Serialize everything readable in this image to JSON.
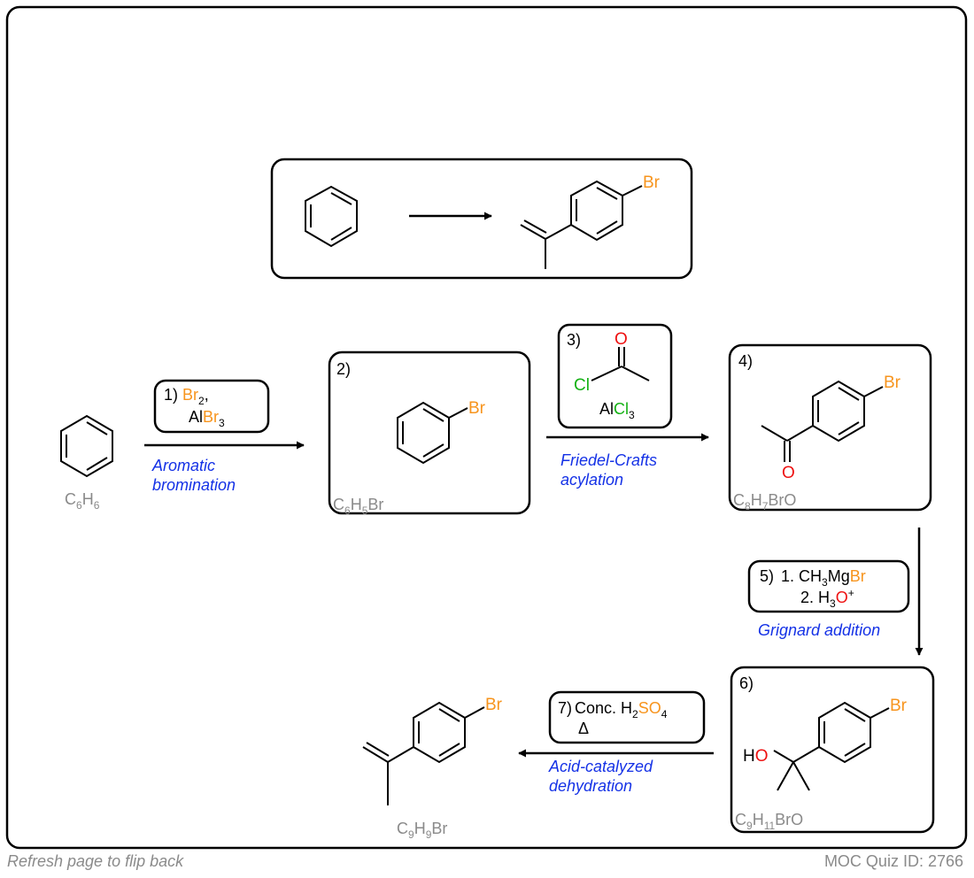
{
  "colors": {
    "bromine": "#f7941d",
    "oxygen": "#ee1111",
    "chlorine": "#13b113",
    "note": "#1431e6",
    "formula": "#8a8a8a"
  },
  "atoms": {
    "br": "Br",
    "o": "O",
    "cl": "Cl",
    "ho_h": "H",
    "ho_o": "O"
  },
  "steps": {
    "s1": {
      "num": "1)",
      "reagent_a_br": "Br",
      "reagent_a_sub": "2",
      "reagent_a_comma": ",",
      "reagent_b_al": "Al",
      "reagent_b_br": "Br",
      "reagent_b_sub": "3",
      "note_line1": "Aromatic",
      "note_line2": "bromination"
    },
    "s2": {
      "num": "2)"
    },
    "s3": {
      "num": "3)",
      "reagent_al": "Al",
      "reagent_cl": "Cl",
      "reagent_sub": "3",
      "note_line1": "Friedel-Crafts",
      "note_line2": "acylation"
    },
    "s4": {
      "num": "4)"
    },
    "s5": {
      "num": "5)",
      "line1_prefix": "1. CH",
      "line1_sub": "3",
      "line1_mg": "Mg",
      "line1_br": "Br",
      "line2_prefix": "2. H",
      "line2_sub": "3",
      "line2_o": "O",
      "line2_sup": "+",
      "note": "Grignard addition"
    },
    "s6": {
      "num": "6)"
    },
    "s7": {
      "num": "7)",
      "line1_prefix": "Conc. H",
      "line1_sub": "2",
      "line1_so": "SO",
      "line1_sub2": "4",
      "line2": "Δ",
      "note_line1": "Acid-catalyzed",
      "note_line2": "dehydration"
    }
  },
  "formulas": {
    "c6h6": [
      "C",
      "6",
      "H",
      "6"
    ],
    "c6h5br": [
      "C",
      "6",
      "H",
      "5",
      "Br"
    ],
    "c8h7bro": [
      "C",
      "8",
      "H",
      "7",
      "BrO"
    ],
    "c9h11bro": [
      "C",
      "9",
      "H",
      "11",
      "BrO"
    ],
    "c9h9br": [
      "C",
      "9",
      "H",
      "9",
      "Br"
    ]
  },
  "footer": {
    "left": "Refresh page to flip back",
    "right": "MOC Quiz ID: 2766"
  }
}
